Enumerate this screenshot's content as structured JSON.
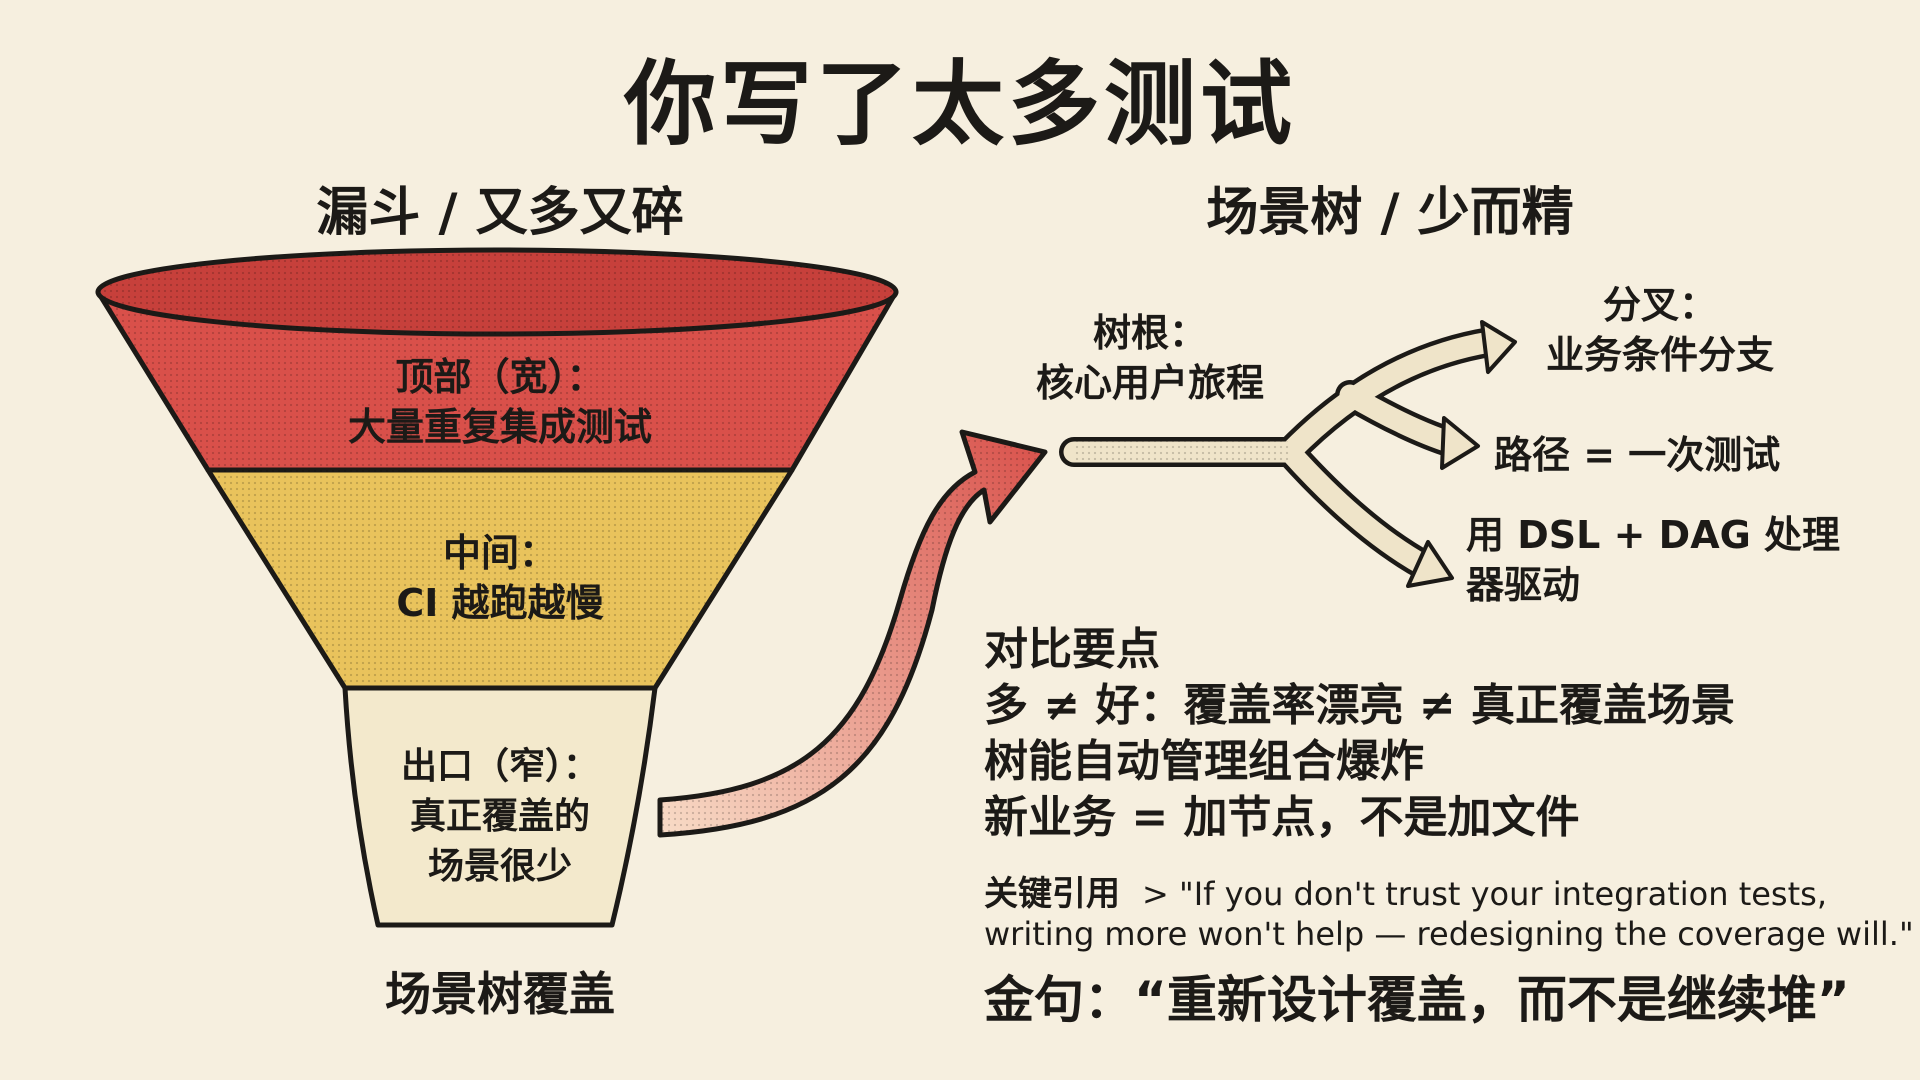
{
  "title": "你写了太多测试",
  "left": {
    "heading": "漏斗 / 又多又碎",
    "top_label": [
      "顶部（宽）：",
      "大量重复集成测试"
    ],
    "mid_label": [
      "中间：",
      "CI 越跑越慢"
    ],
    "exit_label": [
      "出口（窄）：",
      "真正覆盖的",
      "场景很少"
    ],
    "bottom_label": "场景树覆盖"
  },
  "right": {
    "heading": "场景树 / 少而精",
    "root_label": [
      "树根：",
      "核心用户旅程"
    ],
    "fork_label": [
      "分叉：",
      "业务条件分支"
    ],
    "path_label": "路径 = 一次测试",
    "dsl_label": [
      "用 DSL + DAG 处理",
      "器驱动"
    ]
  },
  "points": {
    "heading": "对比要点",
    "items": [
      "多 ≠ 好：覆盖率漂亮 ≠ 真正覆盖场景",
      "树能自动管理组合爆炸",
      "新业务 = 加节点，不是加文件"
    ]
  },
  "quote": {
    "label": "关键引用",
    "lines": [
      "> \"If you don't trust your integration tests,",
      "writing more won't help — redesigning the coverage will.\""
    ]
  },
  "golden": "金句：“重新设计覆盖，而不是继续堆”",
  "colors": {
    "background": "#f6efdf",
    "funnel_top": "#d9504a",
    "funnel_mid": "#e9c35c",
    "funnel_exit": "#f3e9cc",
    "arrow": "#e5735a",
    "tree": "#efe4c9",
    "ink": "#1c1a17"
  }
}
